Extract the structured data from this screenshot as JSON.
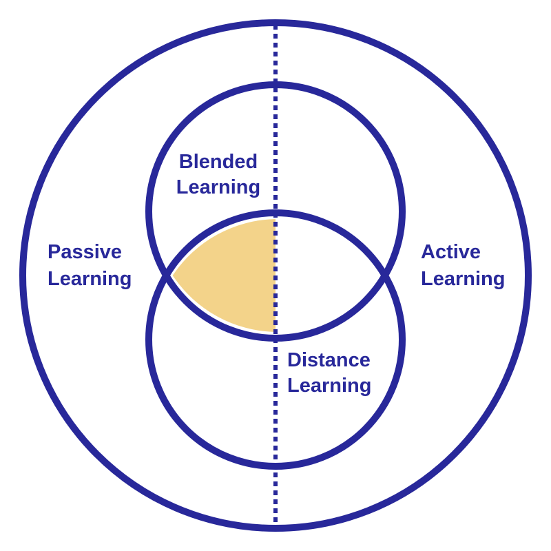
{
  "colors": {
    "stroke": "#28289a",
    "overlap_fill": "#f3d38a",
    "background": "#ffffff",
    "text": "#28289a"
  },
  "labels": {
    "blended": [
      "Blended",
      "Learning"
    ],
    "passive": [
      "Passive",
      "Learning"
    ],
    "active": [
      "Active",
      "Learning"
    ],
    "distance": [
      "Distance",
      "Learning"
    ]
  }
}
